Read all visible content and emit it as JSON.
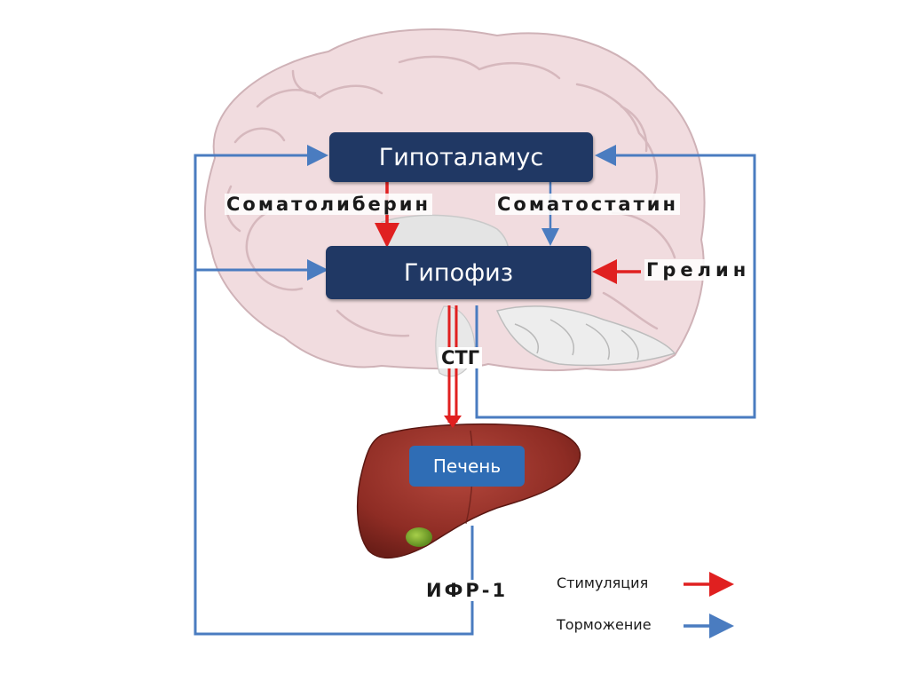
{
  "nodes": {
    "hypothalamus": "Гипоталамус",
    "pituitary": "Гипофиз",
    "liver": "Печень"
  },
  "hormones": {
    "somatoliberin": "Соматолиберин",
    "somatostatin": "Соматостатин",
    "ghrelin": "Грелин",
    "stg": "СТГ",
    "igf1": "ИФР-1"
  },
  "legend": {
    "stimulation": "Стимуляция",
    "inhibition": "Торможение"
  },
  "colors": {
    "stimulation": "#e02020",
    "inhibition": "#4a7cc0",
    "node_fill": "#203864",
    "liver_label_fill": "#2f6db5"
  },
  "icons": {
    "brain": "brain-illustration",
    "liver": "liver-illustration"
  }
}
